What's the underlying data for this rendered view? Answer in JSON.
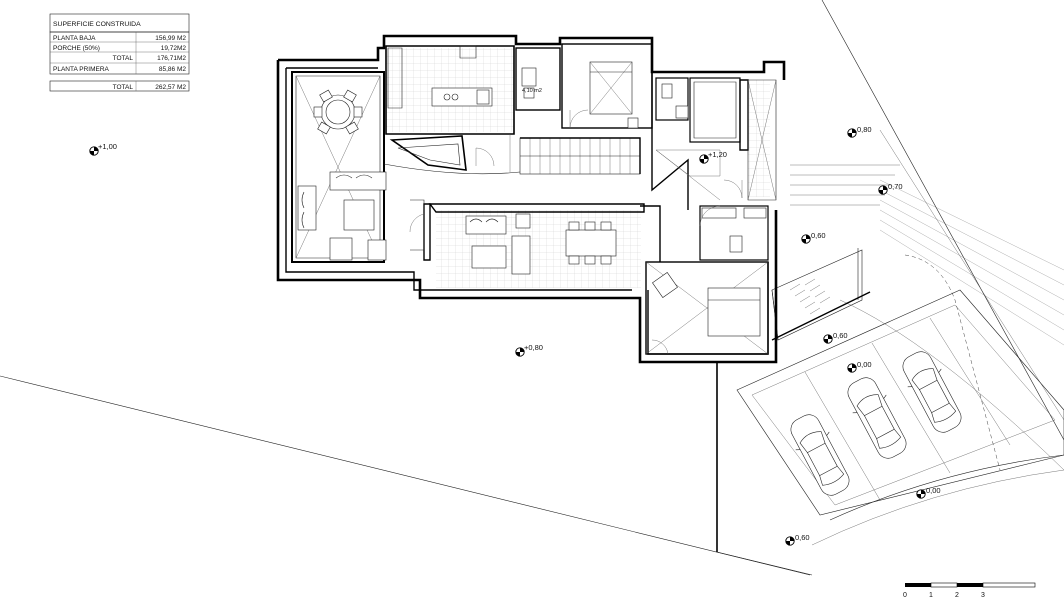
{
  "surface_table": {
    "title": "SUPERFICIE CONSTRUIDA",
    "rows": [
      {
        "label": "PLANTA BAJA",
        "value": "156,99 M2"
      },
      {
        "label": "PORCHE  (50%)",
        "value": "19,72M2"
      },
      {
        "label": "TOTAL",
        "value": "176,71M2"
      },
      {
        "label": "PLANTA PRIMERA",
        "value": "85,86 M2"
      }
    ],
    "grand_total": {
      "label": "TOTAL",
      "value": "262,57 M2"
    }
  },
  "levels": [
    {
      "id": "lvl-w",
      "text": "+1,00"
    },
    {
      "id": "lvl-entry",
      "text": "+1,20"
    },
    {
      "id": "lvl-ne",
      "text": "0,80"
    },
    {
      "id": "lvl-e",
      "text": "0,70"
    },
    {
      "id": "lvl-patio",
      "text": "0,60"
    },
    {
      "id": "lvl-parking-edge",
      "text": "0,60"
    },
    {
      "id": "lvl-center",
      "text": "+0,80"
    },
    {
      "id": "lvl-parking-top",
      "text": "0,00"
    },
    {
      "id": "lvl-parking-bottom",
      "text": "0,00"
    },
    {
      "id": "lvl-south",
      "text": "0,60"
    }
  ],
  "room_labels": {
    "bath_area": "4,10 m2"
  },
  "scale_bar": {
    "ticks": [
      "0",
      "1",
      "2",
      "3"
    ]
  }
}
